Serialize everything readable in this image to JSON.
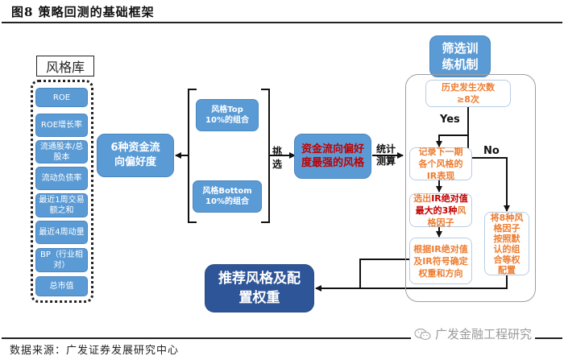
{
  "figure": {
    "title": "图8  策略回测的基础框架",
    "source": "数据来源：广发证券发展研究中心",
    "watermark": "广发金融工程研究"
  },
  "style_library": {
    "title": "风格库",
    "items": [
      {
        "label": "ROE"
      },
      {
        "label": "ROE增长率"
      },
      {
        "label": "流通股本/总股本"
      },
      {
        "label": "流动负债率"
      },
      {
        "label": "最近1周交易额之和"
      },
      {
        "label": "最近4周动量"
      },
      {
        "label": "BP（行业相对）"
      },
      {
        "label": "总市值"
      }
    ]
  },
  "preference": {
    "label": "6种资金流向偏好度"
  },
  "portfolios": {
    "top": "风格Top 10%的组合",
    "bottom": "风格Bottom 10%的组合"
  },
  "select_label": "挑选",
  "strongest": {
    "label": "资金流向偏好度最强的风格"
  },
  "stat_label": "统计测算",
  "training": {
    "title": "筛选训练机制",
    "condition": "历史发生次数≥8次",
    "yes_label": "Yes",
    "no_label": "No",
    "record": "记录下一期各个风格的IR表现",
    "select_top": {
      "part1": "选出",
      "part2": "IR绝对值最大的3",
      "part3": "种",
      "part4": "风格因子"
    },
    "weight": "根据IR绝对值及IR符号确定权重和方向",
    "default": "将8种风格因子按照默认的组合等权配置"
  },
  "output": {
    "label": "推荐风格及配置权重"
  },
  "colors": {
    "blue_box": "#5b9bd5",
    "dark_blue_box": "#2e5597",
    "orange_text": "#ed7d31",
    "red_text": "#c00000",
    "outline": "#b8cce4"
  }
}
